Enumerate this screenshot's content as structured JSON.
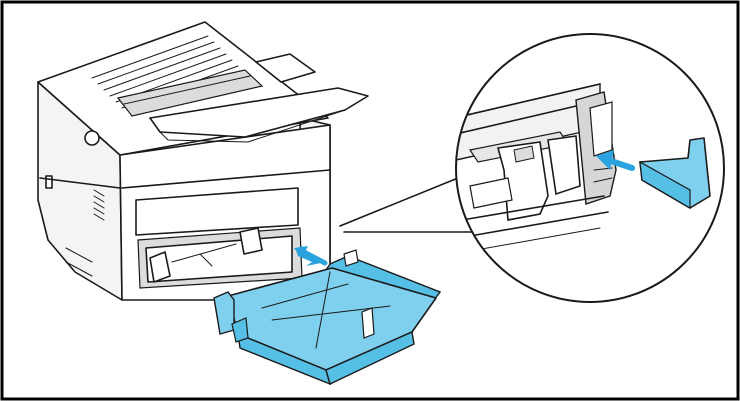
{
  "colors": {
    "frame": "#000000",
    "line": "#1a1a1a",
    "accent_blue": "#7fd0ee",
    "accent_blue_dark": "#55bfe6",
    "arrow_blue": "#2aa3de"
  },
  "icons": {
    "printer": "laser-printer-illustration",
    "tray": "paper-cassette-illustration",
    "zoom": "magnified-detail-callout",
    "arrow": "insertion-arrow-icon"
  }
}
